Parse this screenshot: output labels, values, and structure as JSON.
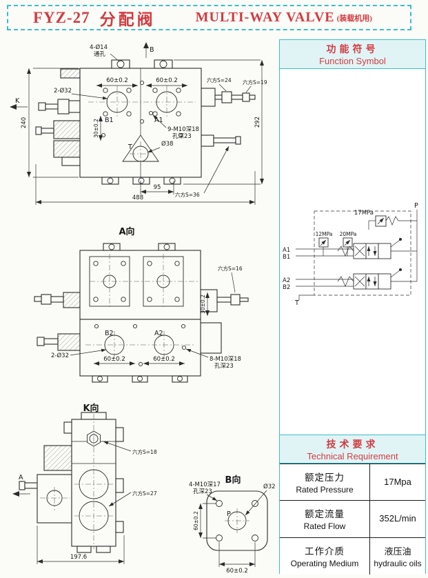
{
  "header": {
    "model": "FYZ-27",
    "product_cn": "分配阀",
    "product_en": "MULTI-WAY VALVE",
    "note": "(装载机用)"
  },
  "main_view": {
    "label_b": "B",
    "label_k": "K",
    "hole_note_line1": "4-Ø14",
    "hole_note_line2": "通孔",
    "dim_60_left": "60±0.2",
    "dim_60_right": "60±0.2",
    "bore_note": "2-Ø32",
    "hex_s24": "六方S=24",
    "hex_s19": "六方S=19",
    "dim_240": "240",
    "dim_292": "292",
    "dim_30": "30±0.2",
    "port_b1": "B1",
    "port_a1": "A1",
    "bolt_note_line1": "9-M10深18",
    "bolt_note_line2": "孔深23",
    "port_t": "T",
    "dia_38": "Ø38",
    "dim_95": "95",
    "dim_488": "488",
    "hex_s36": "六方S=36"
  },
  "a_view": {
    "title": "A向",
    "hex_s16": "六方S=16",
    "port_b2": "B2",
    "port_a2": "A2",
    "bore_note": "2-Ø32",
    "dim_60_left": "60±0.2",
    "dim_60_right": "60±0.2",
    "dim_30": "30±0.2",
    "bolt_note_line1": "8-M10深18",
    "bolt_note_line2": "孔深23"
  },
  "k_view": {
    "title": "K向",
    "hex_s18": "六方S=18",
    "hex_s27": "六方S=27",
    "label_a": "A",
    "dim_197_6": "197.6"
  },
  "b_view": {
    "title": "B向",
    "bolt_note_line1": "4-M10深17",
    "bolt_note_line2": "孔深23",
    "dia_32": "Ø32",
    "port_p": "P",
    "dim_60_bottom": "60±0.2",
    "dim_60_left": "60±0.2"
  },
  "function_symbol": {
    "title_cn": "功能符号",
    "title_en": "Function Symbol",
    "labels": {
      "p": "P",
      "mpa17": "17MPa",
      "mpa12": "12MPa",
      "mpa20": "20MPa",
      "a1": "A1",
      "b1": "B1",
      "a2": "A2",
      "b2": "B2",
      "t": "T"
    }
  },
  "technical_requirement": {
    "title_cn": "技术要求",
    "title_en": "Technical Requirement",
    "rows": [
      {
        "name_cn": "额定压力",
        "name_en": "Rated Pressure",
        "value_line1": "17Mpa",
        "value_line2": ""
      },
      {
        "name_cn": "额定流量",
        "name_en": "Rated Flow",
        "value_line1": "352L/min",
        "value_line2": ""
      },
      {
        "name_cn": "工作介质",
        "name_en": "Operating Medium",
        "value_line1": "液压油",
        "value_line2": "hydraulic oils"
      }
    ]
  },
  "colors": {
    "accent_cyan": "#3cbcca",
    "heading_red": "#d23b40",
    "panel_band_bg": "#e0f4f6",
    "line_black": "#2b2b2b"
  }
}
